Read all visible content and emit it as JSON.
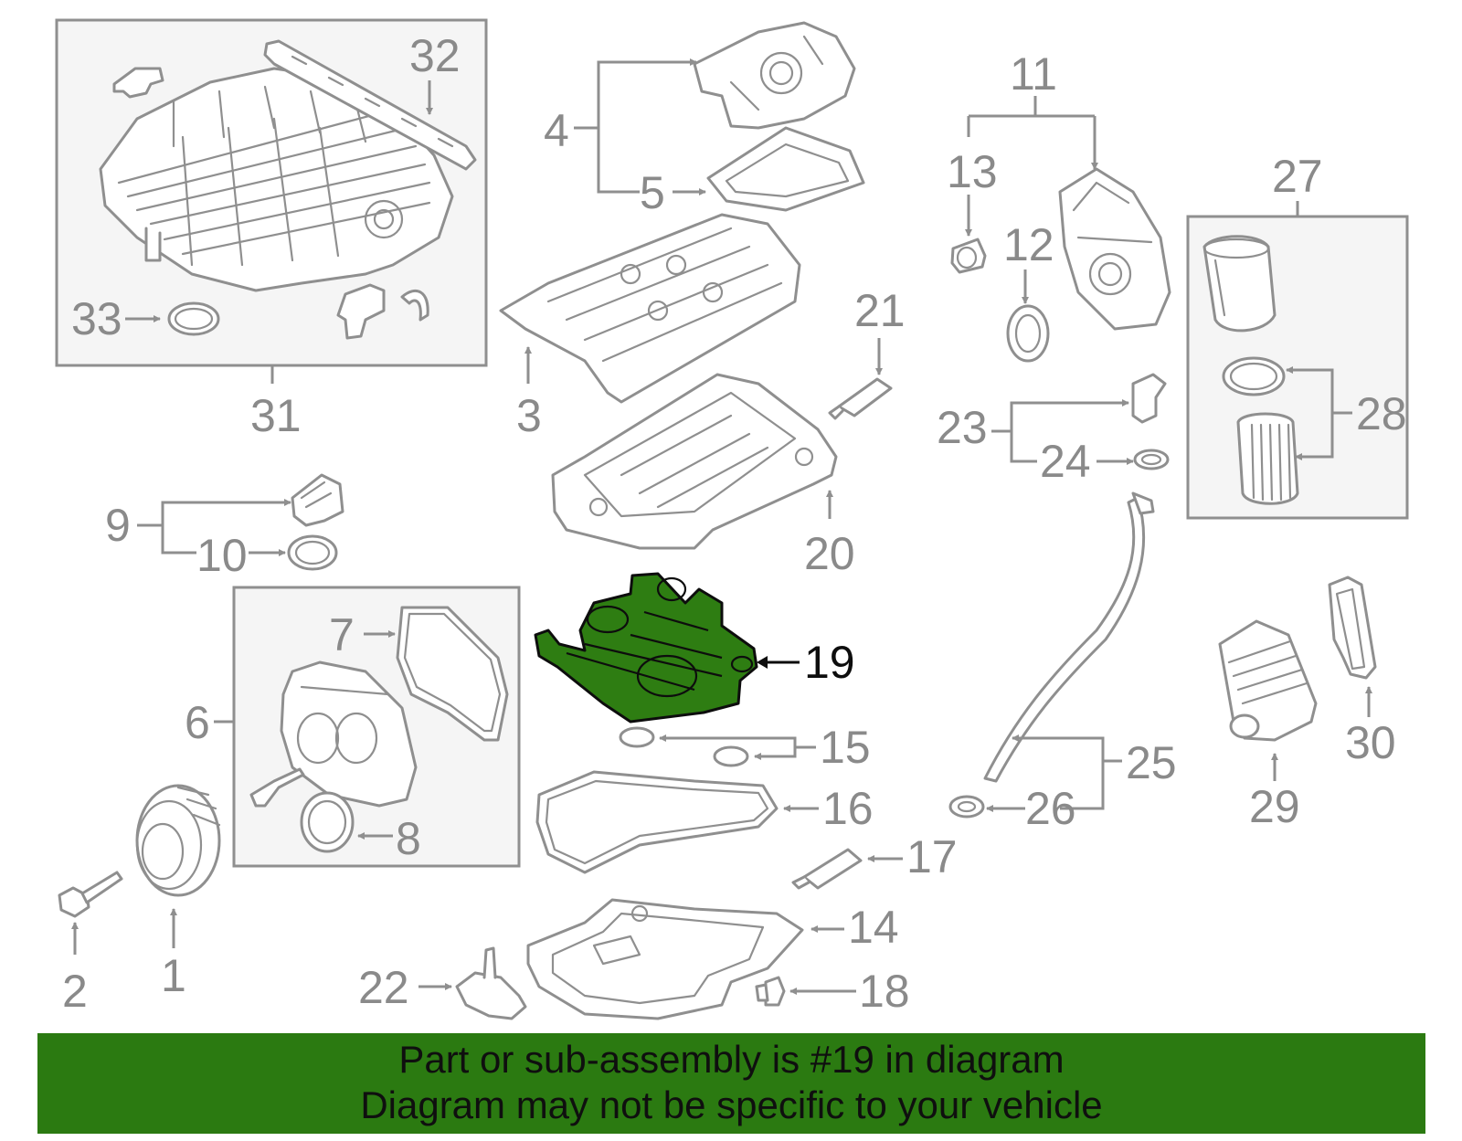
{
  "diagram": {
    "callouts": [
      "1",
      "2",
      "3",
      "4",
      "5",
      "6",
      "7",
      "8",
      "9",
      "10",
      "11",
      "12",
      "13",
      "14",
      "15",
      "16",
      "17",
      "18",
      "19",
      "20",
      "21",
      "22",
      "23",
      "24",
      "25",
      "26",
      "27",
      "28",
      "29",
      "30",
      "31",
      "32",
      "33"
    ],
    "highlighted_callout": "19",
    "highlight_color": "#2e7d12"
  },
  "banner": {
    "line1": "Part or sub-assembly is #19 in diagram",
    "line2": "Diagram may not be specific to your vehicle",
    "background_color": "#2b7a11"
  }
}
